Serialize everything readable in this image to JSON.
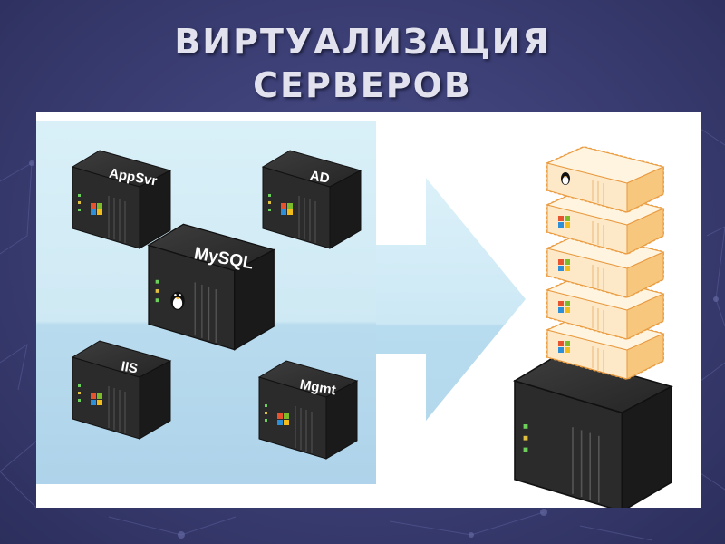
{
  "title": {
    "line1": "ВИРТУАЛИЗАЦИЯ",
    "line2": "СЕРВЕРОВ"
  },
  "servers": [
    {
      "label": "AppSvr",
      "os": "windows-logo-icon"
    },
    {
      "label": "AD",
      "os": "windows-logo-icon"
    },
    {
      "label": "MySQL",
      "os": "linux-tux-icon"
    },
    {
      "label": "IIS",
      "os": "windows-logo-icon"
    },
    {
      "label": "Mgmt",
      "os": "windows-logo-icon"
    }
  ],
  "colors": {
    "background": "#3a3d72",
    "title": "#e2e2ee",
    "physical_area": "#cfe9f4",
    "arrow": "#d3edf8",
    "server_body": "#2f2f2f",
    "virtual_box": "#f7c77e"
  }
}
